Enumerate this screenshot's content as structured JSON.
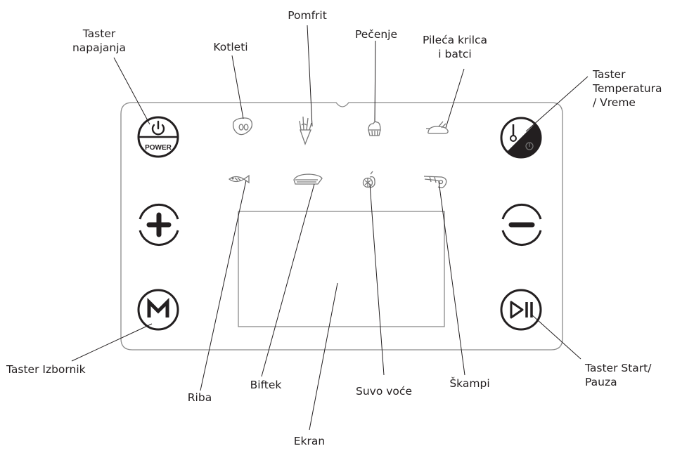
{
  "labels": {
    "power_button": "Taster\nnapajanja",
    "kotleti": "Kotleti",
    "pomfrit": "Pomfrit",
    "pecenje": "Pečenje",
    "pilece": "Pileća krilca\ni batci",
    "temp_time_button": "Taster\nTemperatura\n/ Vreme",
    "menu_button": "Taster Izbornik",
    "riba": "Riba",
    "biftek": "Biftek",
    "suvo_voce": "Suvo voće",
    "skampi": "Škampi",
    "start_pause_button": "Taster Start/\nPauza",
    "ekran": "Ekran"
  },
  "panel": {
    "power_text": "POWER"
  },
  "colors": {
    "ink": "#231f20",
    "panel_border": "#8a8a8a",
    "icon_gray": "#777777"
  },
  "icons": [
    "power-icon",
    "plus-icon",
    "menu-m-icon",
    "thermometer-timer-icon",
    "minus-icon",
    "play-pause-icon",
    "cutlet-icon",
    "fries-icon",
    "cupcake-icon",
    "chicken-leg-icon",
    "fish-icon",
    "steak-icon",
    "dried-fruit-icon",
    "shrimp-icon"
  ]
}
